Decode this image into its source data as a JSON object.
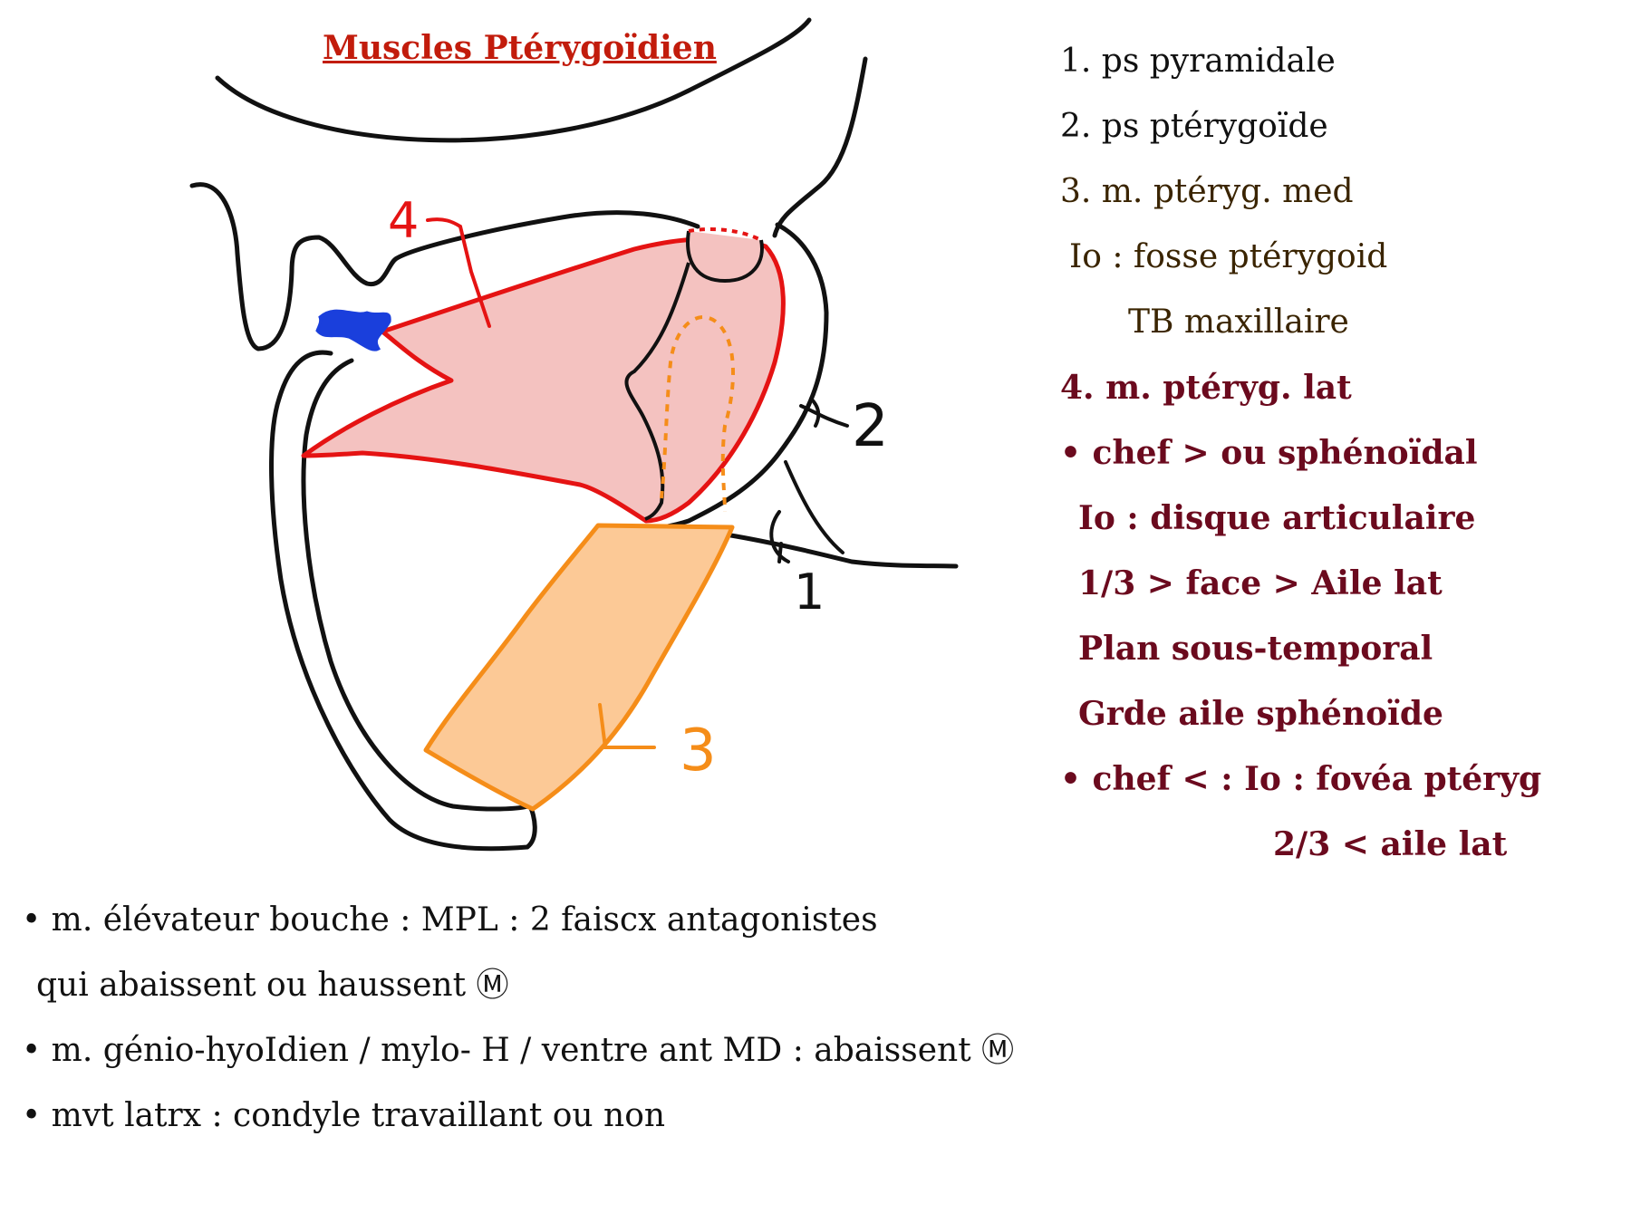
{
  "title": "Muscles Ptérygoïdien",
  "colors": {
    "title": "#c21c0c",
    "black": "#111111",
    "lat_muscle_fill": "#f4c2c0",
    "lat_muscle_stroke": "#e51313",
    "med_muscle_fill": "#fcc996",
    "med_muscle_stroke": "#f58d19",
    "disc_blue": "#1a3fdc",
    "legend_dark": "#111111",
    "legend_med": "#3a2400",
    "legend_lat": "#6b0a1e"
  },
  "diagram_labels": {
    "label_1": "1",
    "label_2": "2",
    "label_3": "3",
    "label_4": "4"
  },
  "legend": [
    {
      "text": "1. ps pyramidale",
      "style": "dark",
      "indent": 0
    },
    {
      "text": "2. ps ptérygoïde",
      "style": "dark",
      "indent": 0
    },
    {
      "text": "3. m. ptéryg. med",
      "style": "med",
      "indent": 0
    },
    {
      "text": "Io : fosse ptérygoid",
      "style": "med",
      "indent": 10
    },
    {
      "text": "TB maxillaire",
      "style": "med",
      "indent": 75
    },
    {
      "text": "4. m. ptéryg. lat",
      "style": "lat",
      "indent": 0
    },
    {
      "text": "• chef > ou sphénoïdal",
      "style": "lat",
      "indent": 0
    },
    {
      "text": "Io : disque articulaire",
      "style": "lat",
      "indent": 20
    },
    {
      "text": "1/3 > face > Aile lat",
      "style": "lat",
      "indent": 20
    },
    {
      "text": "Plan sous-temporal",
      "style": "lat",
      "indent": 20
    },
    {
      "text": "Grde aile sphénoïde",
      "style": "lat",
      "indent": 20
    },
    {
      "text": "• chef < : Io : fovéa ptéryg",
      "style": "lat",
      "indent": 0
    },
    {
      "text": "2/3 < aile lat",
      "style": "lat",
      "indent": 235
    }
  ],
  "bullets": [
    {
      "text": "• m. élévateur bouche : MPL : 2 faiscx antagonistes",
      "indent": 0
    },
    {
      "text": "qui abaissent ou haussent Ⓜ",
      "indent": 16
    },
    {
      "text": "• m. génio-hyoIdien / mylo- H / ventre ant MD : abaissent Ⓜ",
      "indent": 0
    },
    {
      "text": "• mvt latrx : condyle travaillant ou non",
      "indent": 0
    }
  ]
}
